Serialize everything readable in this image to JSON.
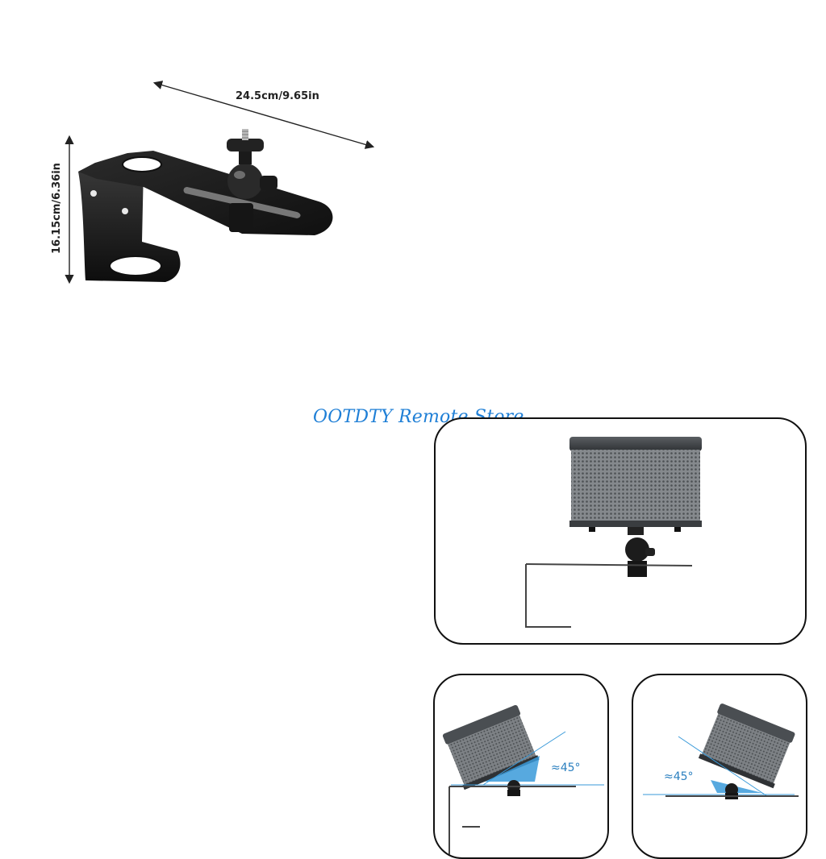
{
  "dimensions": {
    "width_label": "24.5cm/9.65in",
    "height_label": "16.15cm/6.36in"
  },
  "watermark": "OOTDTY Remote Store",
  "angles": {
    "left_label": "≈45°",
    "right_label": "≈45°"
  },
  "colors": {
    "watermark": "#1f7fd6",
    "angle_accent": "#3a9ad9",
    "mount_metal": "#1a1a1a",
    "projector_body": "#6f7377"
  }
}
